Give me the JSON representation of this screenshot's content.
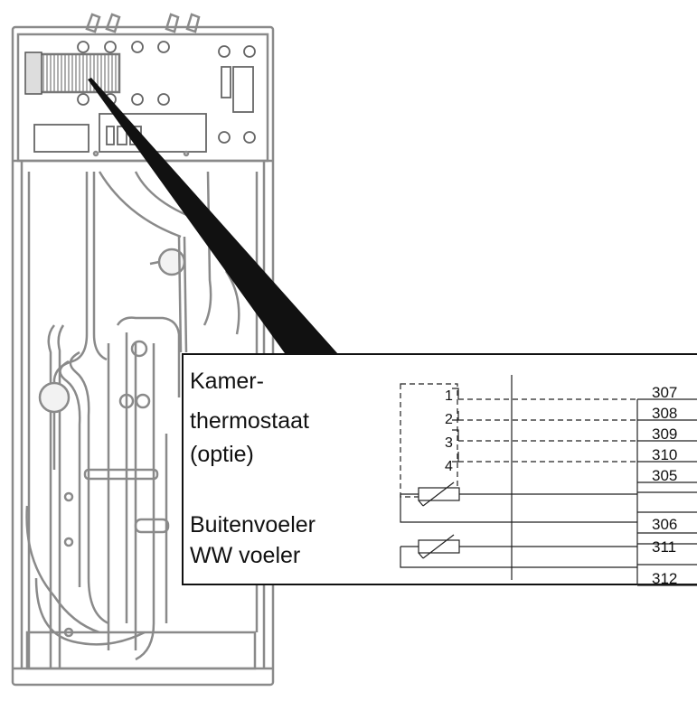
{
  "callout": {
    "kamer_line1": "Kamer-",
    "kamer_line2": "thermostaat",
    "kamer_line3": "(optie)",
    "buiten": "Buitenvoeler",
    "ww": "WW voeler"
  },
  "thermostat_pins": [
    "1",
    "2",
    "3",
    "4"
  ],
  "terminals": [
    "307",
    "308",
    "309",
    "310",
    "305",
    "306",
    "311",
    "312"
  ],
  "colors": {
    "unit_outline": "#8a8a8a",
    "pointer": "#111111",
    "callout_border": "#111111"
  }
}
